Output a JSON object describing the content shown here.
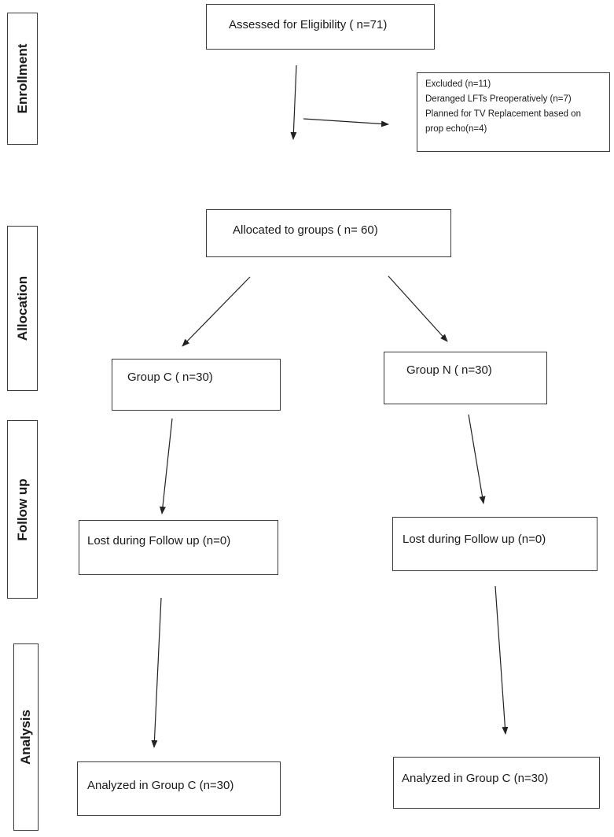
{
  "stages": {
    "enrollment": "Enrollment",
    "allocation": "Allocation",
    "follow_up": "Follow up",
    "analysis": "Analysis"
  },
  "boxes": {
    "assessed": "Assessed for Eligibility ( n=71)",
    "excluded": {
      "line1": "Excluded (n=11)",
      "line2": "Deranged LFTs Preoperatively (n=7)",
      "line3": "Planned for TV Replacement based on",
      "line4": "prop echo(n=4)"
    },
    "allocated": "Allocated to groups ( n= 60)",
    "group_c": "Group C ( n=30)",
    "group_n": "Group N ( n=30)",
    "lost_left": "Lost during Follow up (n=0)",
    "lost_right": "Lost during Follow up (n=0)",
    "analyzed_left": "Analyzed in Group C (n=30)",
    "analyzed_right": "Analyzed in Group C (n=30)"
  }
}
